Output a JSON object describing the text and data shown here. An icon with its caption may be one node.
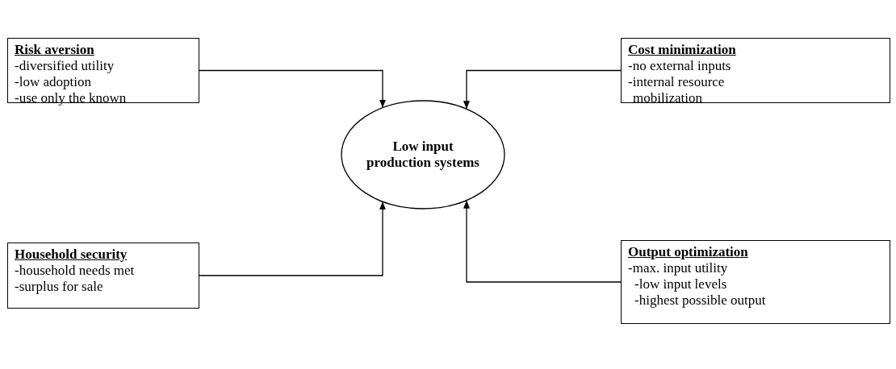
{
  "diagram": {
    "nodes": [
      {
        "text": [
          "Risk aversion",
          "-diversified utility",
          "-low adoption",
          "-use only the known"
        ]
      },
      {
        "text": [
          "Cost minimization",
          "-no external inputs",
          "-internal resource mobilization"
        ]
      },
      {
        "text": [
          "Low input production systems"
        ]
      },
      {
        "text": [
          "Household security",
          "-household needs met",
          "-surplus for sale"
        ]
      },
      {
        "text": [
          "Output optimization",
          "-max. input utility",
          "-low input levels",
          "-highest possible output"
        ]
      }
    ],
    "edges": [
      {
        "from": 0,
        "to": 2,
        "arrow": "to"
      },
      {
        "from": 1,
        "to": 2,
        "arrow": "to"
      },
      {
        "from": 3,
        "to": 2,
        "arrow": "to"
      },
      {
        "from": 4,
        "to": 2,
        "arrow": "to"
      }
    ]
  }
}
